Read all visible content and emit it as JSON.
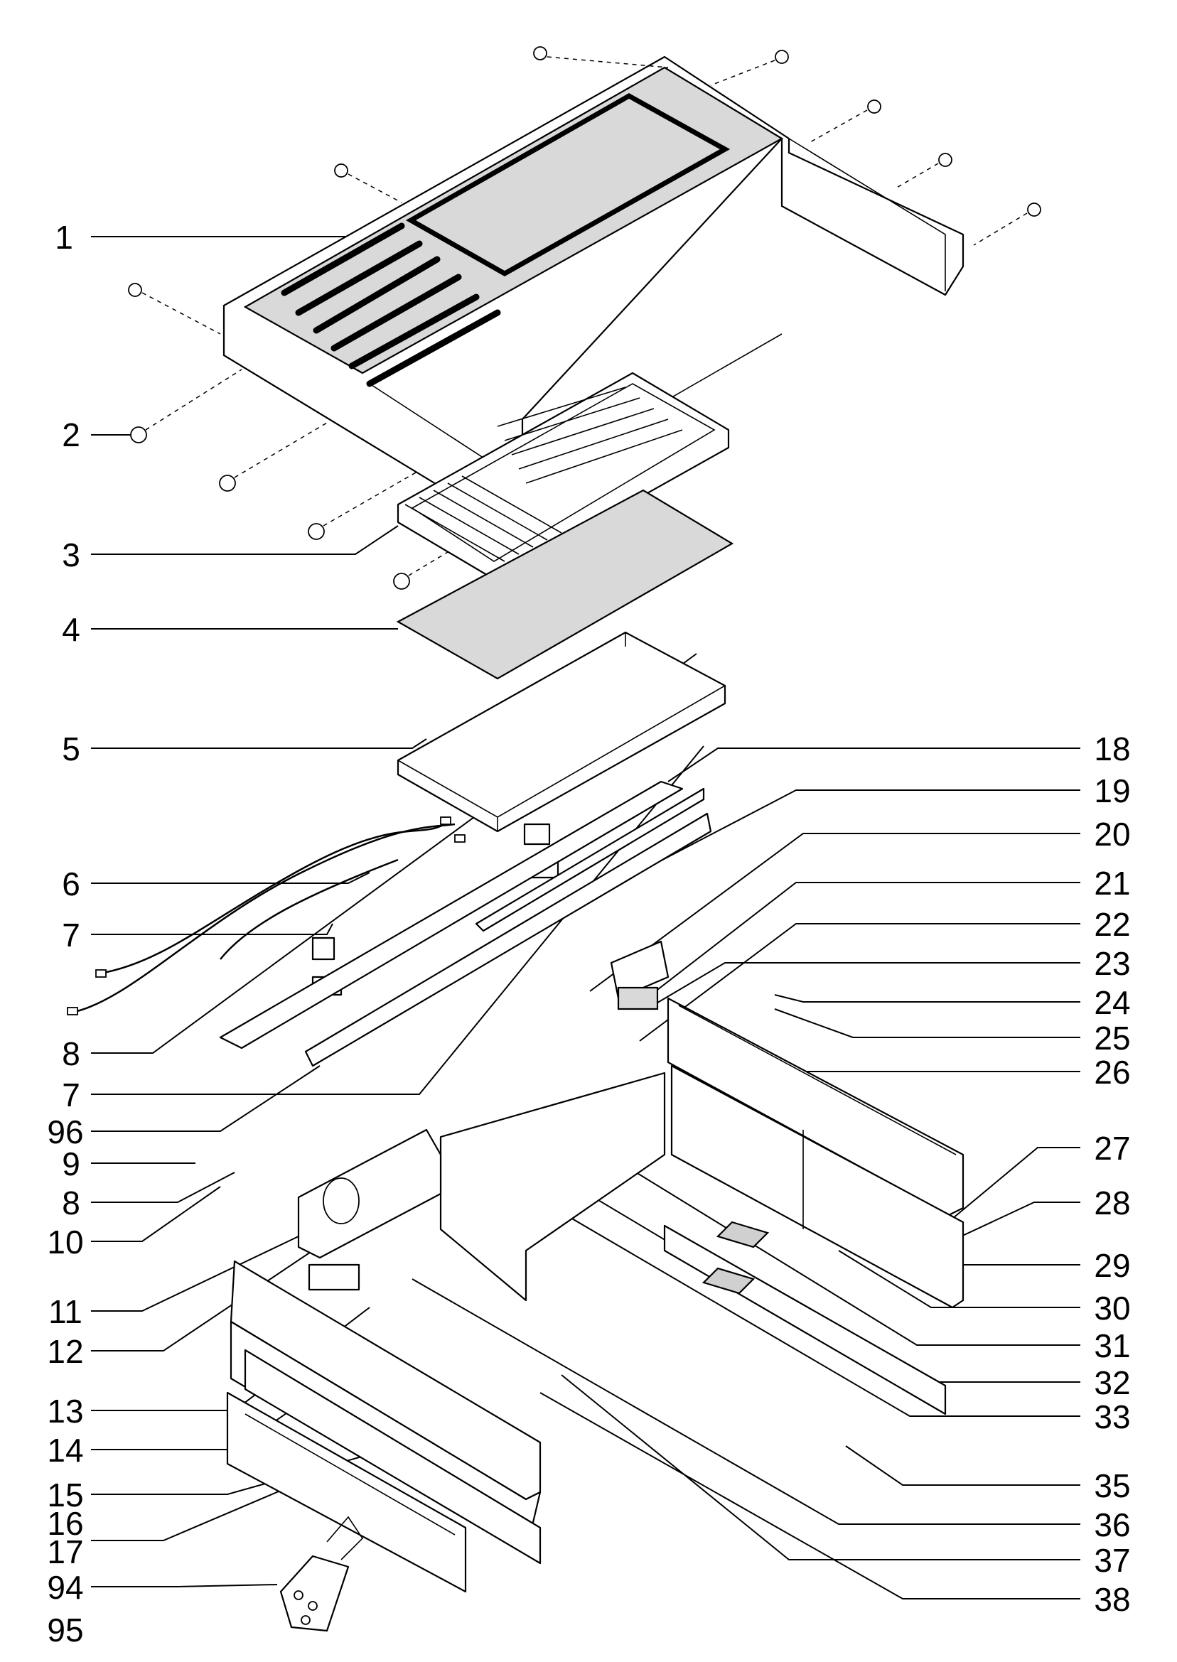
{
  "diagram": {
    "type": "exploded-parts-view",
    "callouts_left": [
      "1",
      "2",
      "3",
      "4",
      "5",
      "6",
      "7",
      "8",
      "7",
      "96",
      "9",
      "8",
      "10",
      "11",
      "12",
      "13",
      "14",
      "15",
      "16",
      "17",
      "94",
      "95"
    ],
    "callouts_right": [
      "18",
      "19",
      "20",
      "21",
      "22",
      "23",
      "24",
      "25",
      "26",
      "27",
      "28",
      "29",
      "30",
      "31",
      "32",
      "33",
      "35",
      "36",
      "37",
      "38"
    ]
  }
}
